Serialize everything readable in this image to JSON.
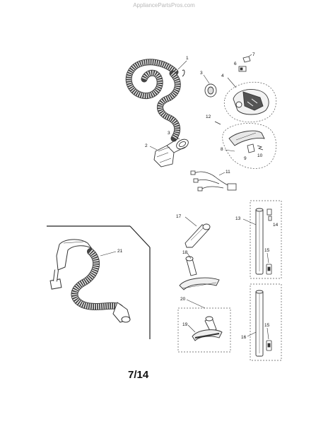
{
  "watermark": "AppliancePartsPros.com",
  "page_number": "7/14",
  "callouts": {
    "c1": "1",
    "c2": "2",
    "c3a": "3",
    "c3b": "3",
    "c4": "4",
    "c6": "6",
    "c7": "7",
    "c8": "8",
    "c9": "9",
    "c10": "10",
    "c11": "11",
    "c12": "12",
    "c13": "13",
    "c14": "14",
    "c15a": "15",
    "c15b": "15",
    "c16": "16",
    "c17": "17",
    "c18": "18",
    "c19": "19",
    "c20": "20",
    "c21": "21"
  }
}
